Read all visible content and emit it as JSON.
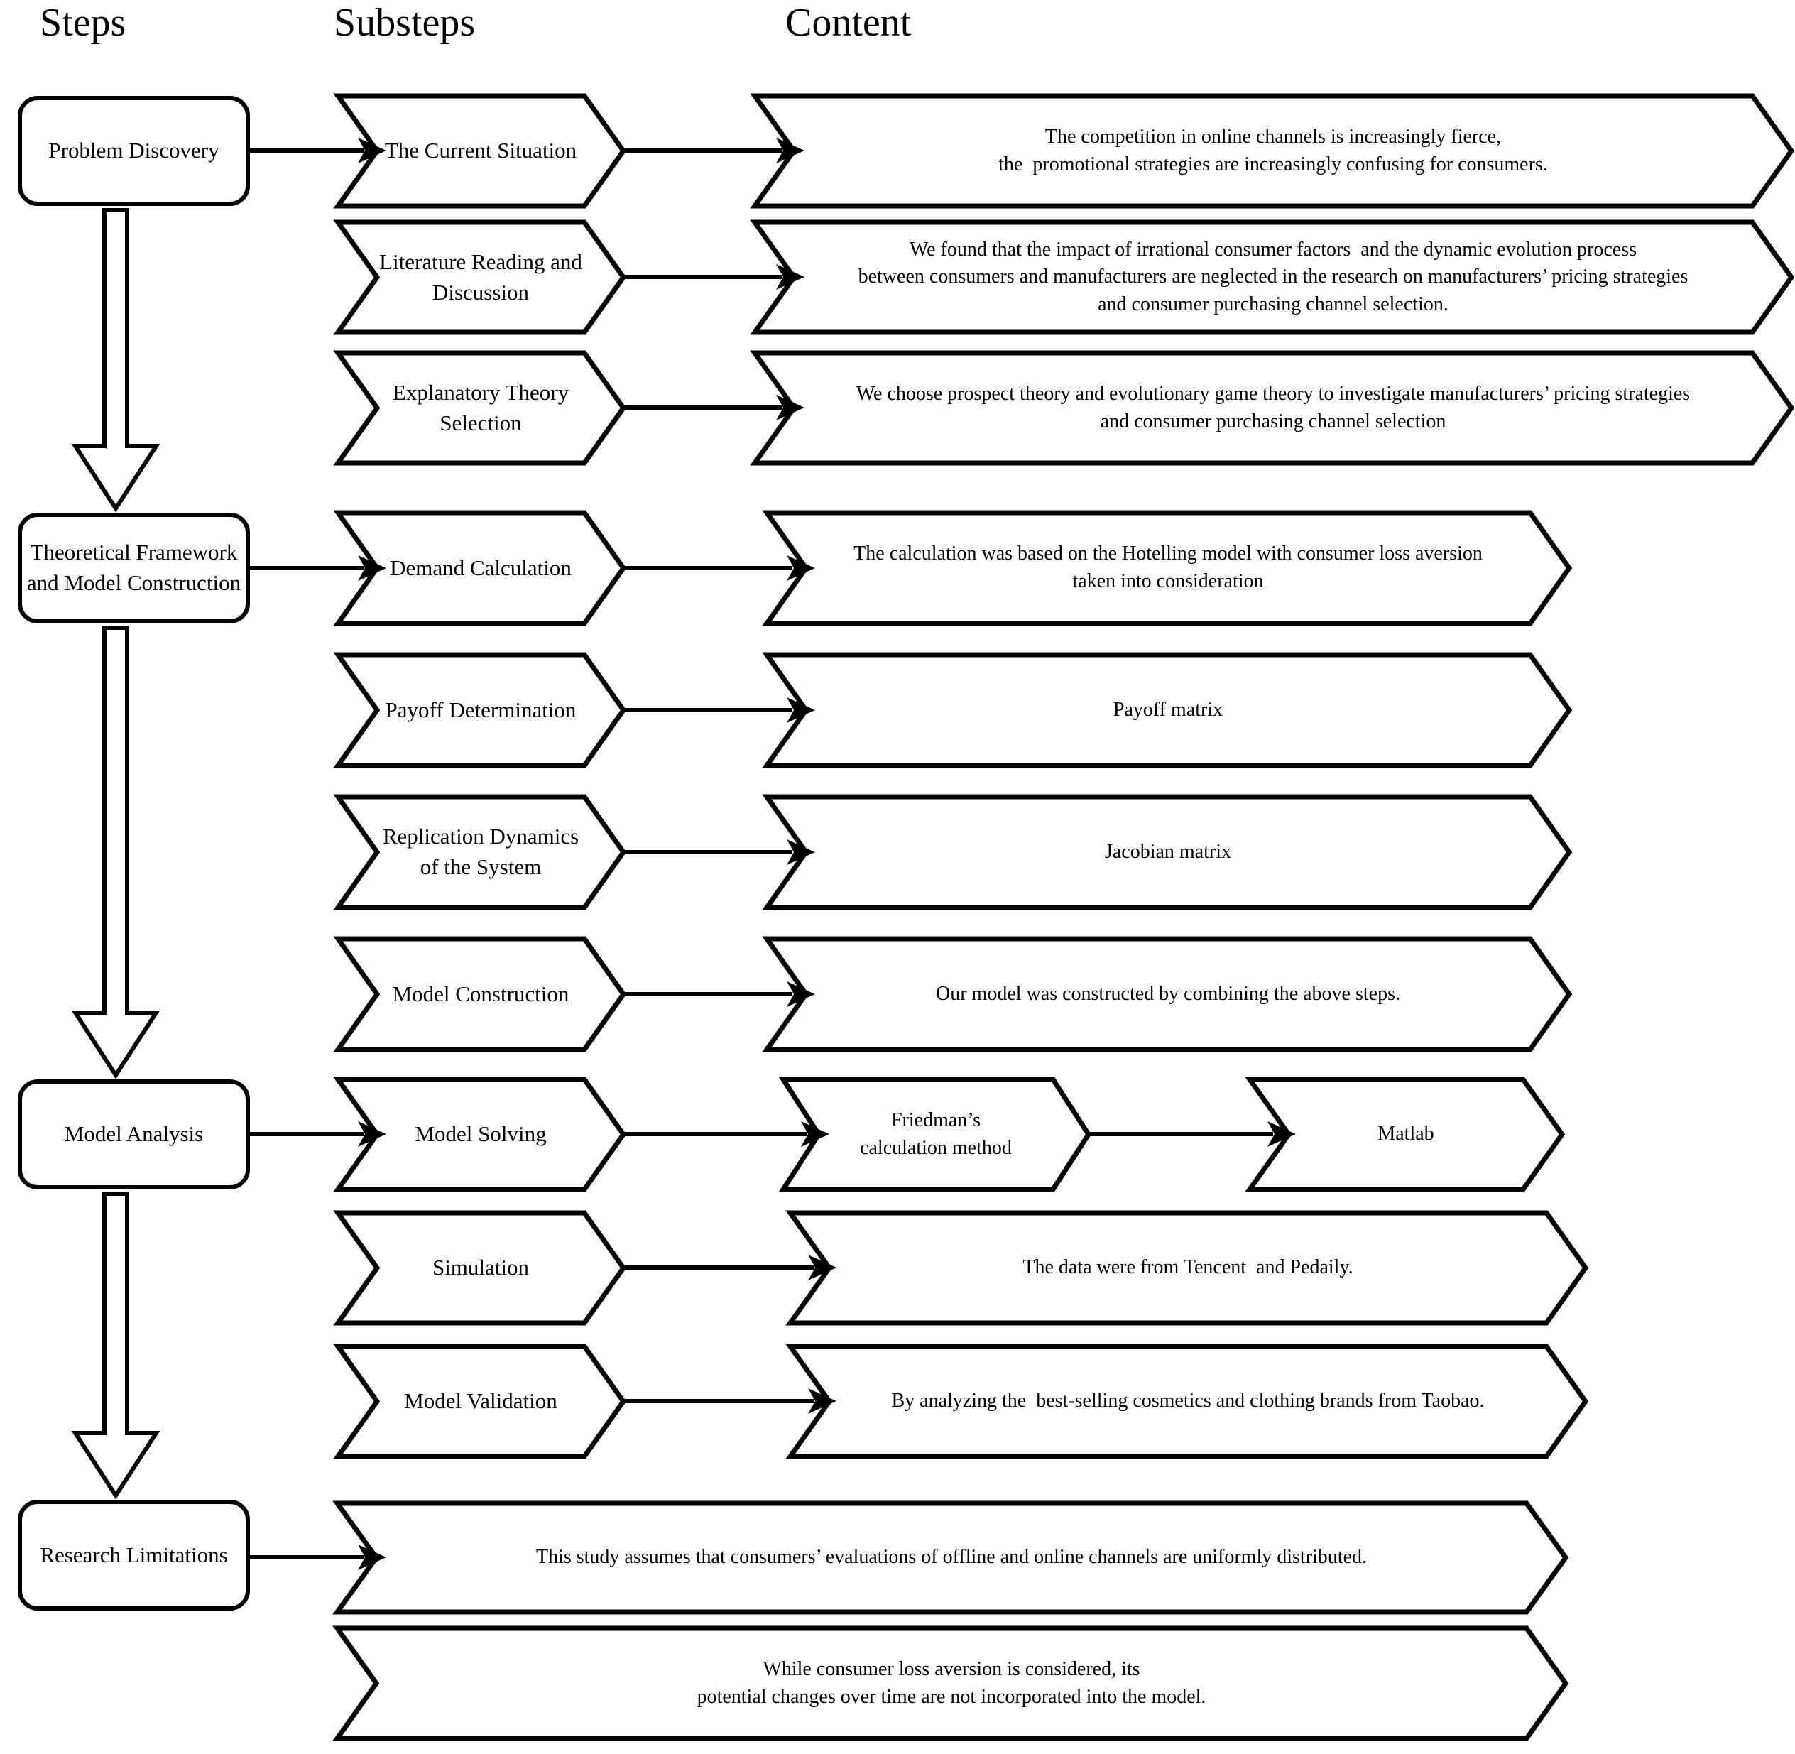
{
  "headers": {
    "steps": "Steps",
    "substeps": "Substeps",
    "content": "Content"
  },
  "steps": {
    "problem_discovery": "Problem Discovery",
    "theoretical_framework": "Theoretical Framework\nand Model Construction",
    "model_analysis": "Model Analysis",
    "research_limitations": "Research Limitations"
  },
  "substeps": {
    "current_situation": "The Current Situation",
    "literature_reading": "Literature Reading and\nDiscussion",
    "explanatory_theory": "Explanatory Theory\nSelection",
    "demand_calculation": "Demand Calculation",
    "payoff_determination": "Payoff Determination",
    "replication_dynamics": "Replication Dynamics\nof the System",
    "model_construction": "Model Construction",
    "model_solving": "Model Solving",
    "simulation": "Simulation",
    "model_validation": "Model Validation"
  },
  "contents": {
    "current_situation": "The competition in online channels is increasingly fierce,\nthe  promotional strategies are increasingly confusing for consumers.",
    "literature_reading": "We found that the impact of irrational consumer factors  and the dynamic evolution process\nbetween consumers and manufacturers are neglected in the research on manufacturers’ pricing strategies\nand consumer purchasing channel selection.",
    "explanatory_theory": "We choose prospect theory and evolutionary game theory to investigate manufacturers’ pricing strategies\nand consumer purchasing channel selection",
    "demand_calculation": "The calculation was based on the Hotelling model with consumer loss aversion\ntaken into consideration",
    "payoff_determination": "Payoff matrix",
    "replication_dynamics": "Jacobian matrix",
    "model_construction": "Our model was constructed by combining the above steps.",
    "model_solving_method": "Friedman’s\ncalculation method",
    "model_solving_tool": "Matlab",
    "simulation": "The data were from Tencent  and Pedaily.",
    "model_validation": "By analyzing the  best-selling cosmetics and clothing brands from Taobao.",
    "limitation_1": "This study assumes that consumers’ evaluations of offline and online channels are uniformly distributed.",
    "limitation_2": "While consumer loss aversion is considered, its\npotential changes over time are not incorporated into the model."
  },
  "colors": {
    "stroke": "#000000",
    "fill": "#ffffff",
    "background": "#ffffff"
  }
}
